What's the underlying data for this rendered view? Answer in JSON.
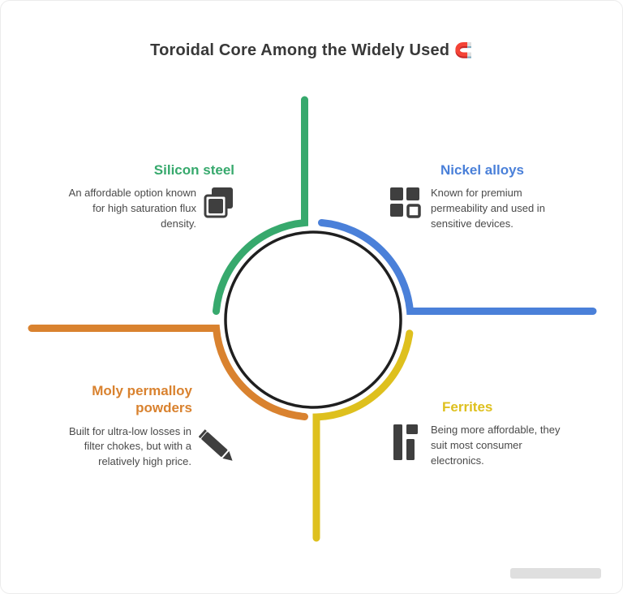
{
  "title": {
    "text": "Toroidal Core Among the Widely Used",
    "emoji": "🧲"
  },
  "colors": {
    "green": "#37a96d",
    "blue": "#4a80d9",
    "yellow": "#dec01e",
    "orange": "#d9822f",
    "ring": "#1f1f1f",
    "icon": "#3f3f3f",
    "text": "#4a4a4a",
    "title": "#383838"
  },
  "sections": {
    "silicon_steel": {
      "label": "Silicon steel",
      "description": "An affordable option known for high saturation flux density.",
      "icon": "steel-layers-icon"
    },
    "nickel_alloys": {
      "label": "Nickel alloys",
      "description": "Known for premium permeability and used in sensitive devices.",
      "icon": "grid-blocks-icon"
    },
    "moly_permalloy": {
      "label": "Moly permalloy powders",
      "description": "Built for ultra-low losses in filter chokes, but with a relatively high price.",
      "icon": "pencil-icon"
    },
    "ferrites": {
      "label": "Ferrites",
      "description": "Being more affordable, they suit most consumer electronics.",
      "icon": "core-bars-icon"
    }
  }
}
